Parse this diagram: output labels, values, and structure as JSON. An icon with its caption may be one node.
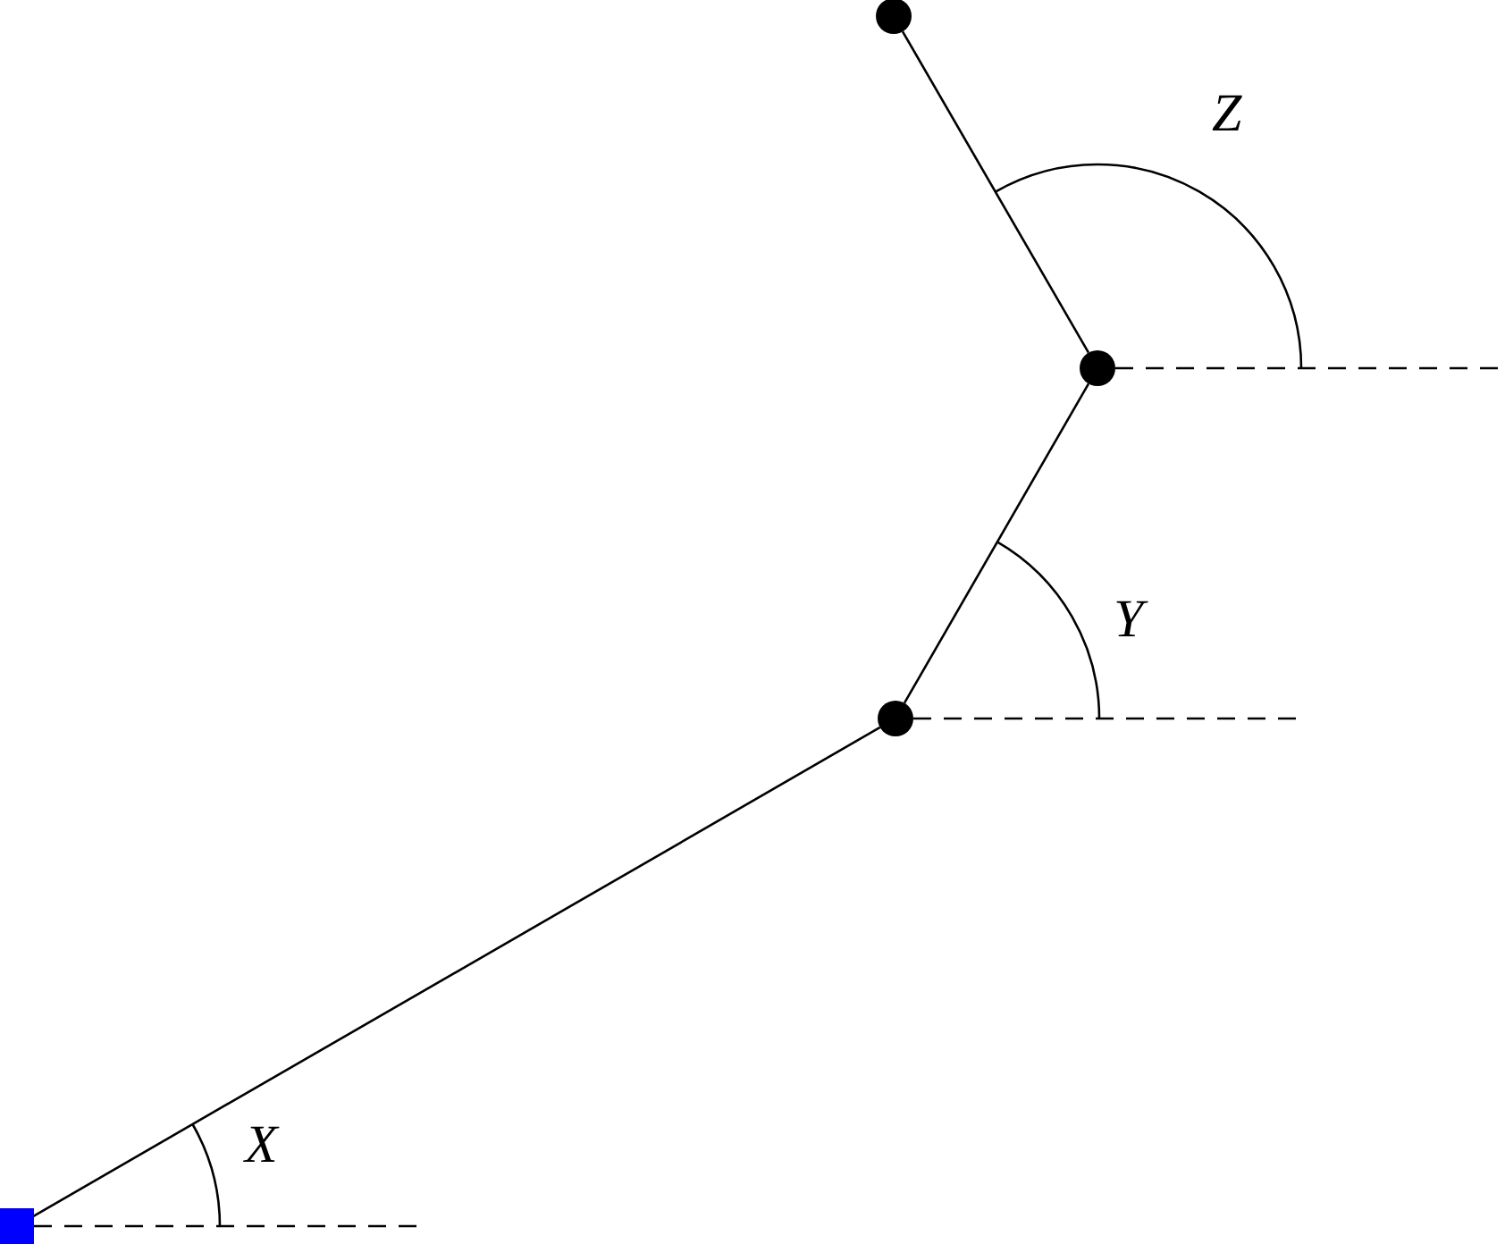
{
  "diagram": {
    "nodes": [
      {
        "text": [],
        "shape": "box"
      },
      {
        "text": [],
        "shape": "circle"
      },
      {
        "text": [],
        "shape": "circle"
      },
      {
        "text": [],
        "shape": "circle"
      }
    ],
    "edges": [
      {
        "from": 0,
        "to": 1,
        "arrow": "none"
      },
      {
        "from": 1,
        "to": 2,
        "arrow": "none"
      },
      {
        "from": 2,
        "to": 3,
        "arrow": "none"
      }
    ],
    "labels": [
      "X",
      "Y",
      "Z"
    ]
  }
}
